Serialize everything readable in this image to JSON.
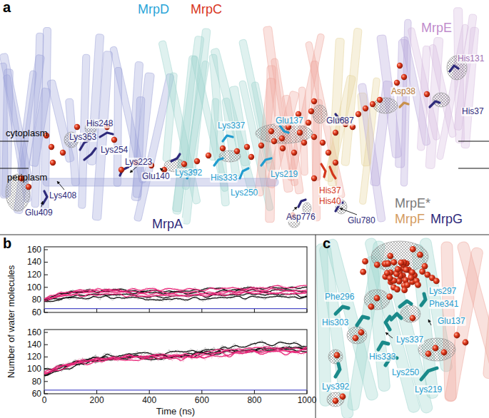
{
  "diagram": {
    "labels": [
      "a",
      "MrpD",
      "MrpC",
      "MrpE",
      "cytoplasm",
      "His131",
      "His37",
      "Asp38",
      "Glu687",
      "Lys353",
      "His248",
      "Glu137",
      "Lys337",
      "Lys254",
      "Lys223",
      "Glu140",
      "Lys392",
      "His333",
      "Lys219",
      "Lys250",
      "His37",
      "His40",
      "Lys408",
      "Asp776",
      "Glu780",
      "Glu409",
      "periplasm",
      "MrpA",
      "MrpE*",
      "MrpF",
      "MrpG",
      "b",
      "160",
      "140",
      "120",
      "100",
      "80",
      "60",
      "160",
      "140",
      "120",
      "100",
      "80",
      "60",
      "0",
      "200",
      "400",
      "600",
      "800",
      "1000",
      "Number of water molecules",
      "Time (ns)",
      "c",
      "Phe296",
      "Lys297",
      "Phe341",
      "His303",
      "Lys337",
      "Glu137",
      "His333",
      "Lys250",
      "Lys219",
      "Lys392"
    ]
  }
}
